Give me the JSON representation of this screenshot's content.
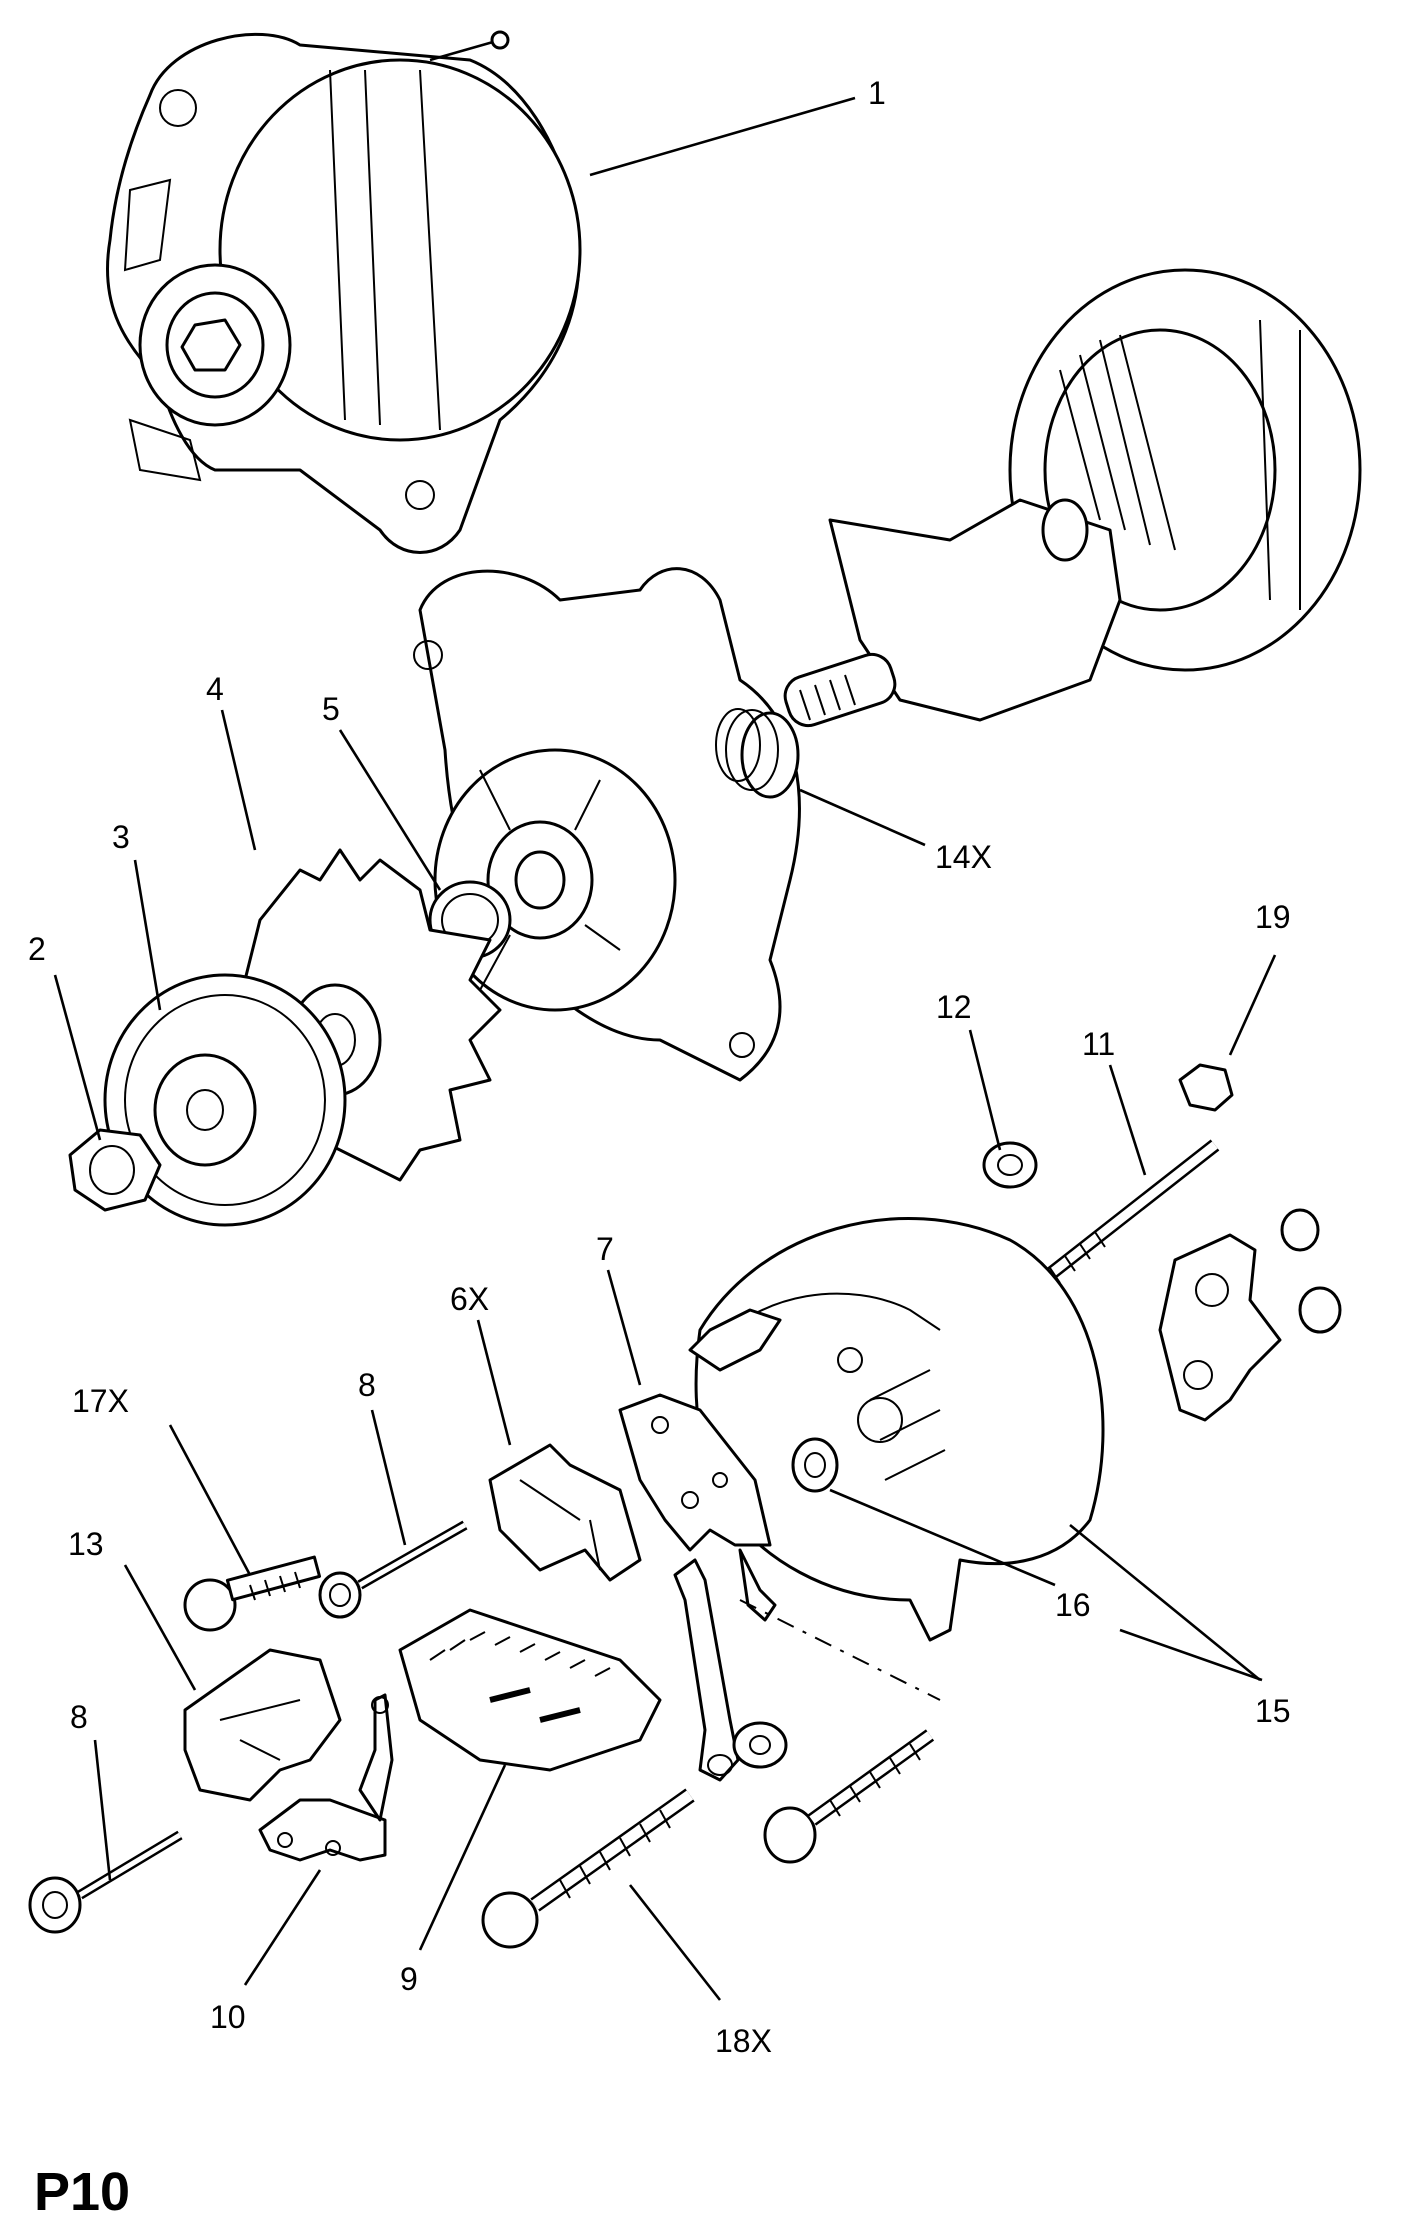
{
  "page_code": "P10",
  "callouts": [
    "1",
    "2",
    "3",
    "4",
    "5",
    "6X",
    "7",
    "8",
    "8",
    "9",
    "10",
    "11",
    "12",
    "13",
    "14X",
    "15",
    "16",
    "17X",
    "18X",
    "19"
  ]
}
